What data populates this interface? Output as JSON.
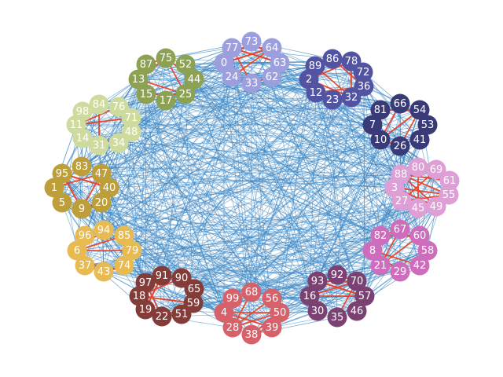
{
  "graph": {
    "inter_edge_color": "#3b87c4",
    "intra_edge_color": "#e8432c",
    "clusters": [
      {
        "color": "#9c9ede",
        "nodes": [
          "77",
          "73",
          "64",
          "0",
          "63",
          "24",
          "33",
          "62"
        ]
      },
      {
        "color": "#5254a3",
        "nodes": [
          "89",
          "86",
          "78",
          "72",
          "2",
          "36",
          "12",
          "23",
          "32"
        ]
      },
      {
        "color": "#393b79",
        "nodes": [
          "81",
          "66",
          "54",
          "7",
          "53",
          "10",
          "26",
          "41"
        ]
      },
      {
        "color": "#de9ed6",
        "nodes": [
          "88",
          "80",
          "69",
          "61",
          "3",
          "55",
          "27",
          "45",
          "49"
        ]
      },
      {
        "color": "#ce6dbd",
        "nodes": [
          "82",
          "67",
          "60",
          "8",
          "58",
          "21",
          "29",
          "42"
        ]
      },
      {
        "color": "#7b4173",
        "nodes": [
          "93",
          "92",
          "70",
          "16",
          "57",
          "30",
          "35",
          "46"
        ]
      },
      {
        "color": "#d6616b",
        "nodes": [
          "99",
          "68",
          "56",
          "4",
          "50",
          "28",
          "38",
          "39"
        ]
      },
      {
        "color": "#843c39",
        "nodes": [
          "97",
          "91",
          "90",
          "65",
          "18",
          "59",
          "19",
          "22",
          "51"
        ]
      },
      {
        "color": "#e7ba52",
        "nodes": [
          "94",
          "96",
          "85",
          "6",
          "79",
          "37",
          "43",
          "74"
        ]
      },
      {
        "color": "#bd9e39",
        "nodes": [
          "95",
          "83",
          "47",
          "1",
          "40",
          "5",
          "9",
          "20"
        ]
      },
      {
        "color": "#cedb9c",
        "nodes": [
          "98",
          "84",
          "76",
          "11",
          "71",
          "14",
          "48",
          "31",
          "34"
        ]
      },
      {
        "color": "#8ca252",
        "nodes": [
          "87",
          "75",
          "52",
          "13",
          "44",
          "15",
          "17",
          "25"
        ]
      }
    ]
  }
}
